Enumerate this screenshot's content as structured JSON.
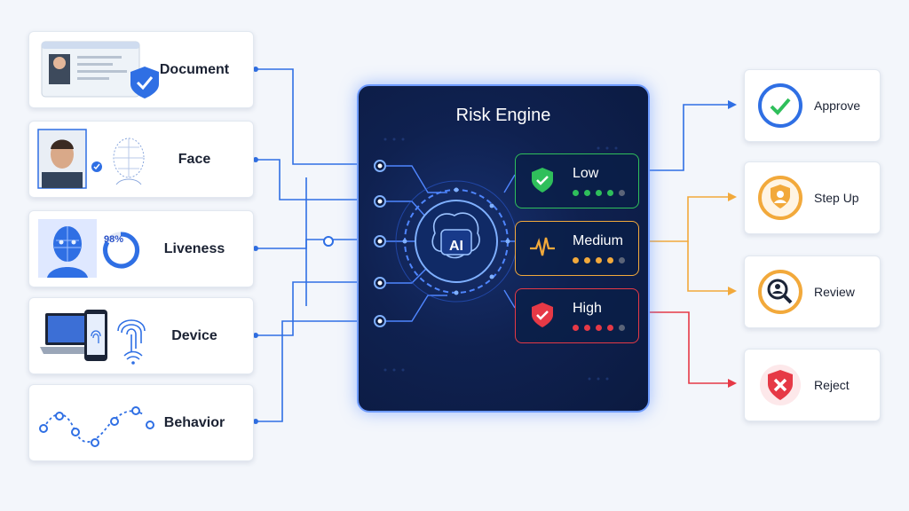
{
  "inputs": [
    {
      "label": "Document",
      "icon": "id-card-with-shield-icon"
    },
    {
      "label": "Face",
      "icon": "face-scan-icon"
    },
    {
      "label": "Liveness",
      "icon": "liveness-head-icon",
      "score": "98%"
    },
    {
      "label": "Device",
      "icon": "laptop-phone-fingerprint-icon"
    },
    {
      "label": "Behavior",
      "icon": "behavior-path-icon"
    }
  ],
  "engine": {
    "title": "Risk Engine",
    "core_label": "AI",
    "levels": [
      {
        "label": "Low",
        "icon": "green-shield-check-icon",
        "color": "#2fbf5b",
        "filled": 4,
        "total": 5
      },
      {
        "label": "Medium",
        "icon": "pulse-icon",
        "color": "#f2a93b",
        "filled": 4,
        "total": 5
      },
      {
        "label": "High",
        "icon": "red-shield-check-icon",
        "color": "#e63946",
        "filled": 4,
        "total": 5
      }
    ]
  },
  "outcomes": [
    {
      "label": "Approve",
      "icon": "check-circle-icon",
      "color": "#2f6fe4"
    },
    {
      "label": "Step Up",
      "icon": "user-shield-icon",
      "color": "#f2a93b"
    },
    {
      "label": "Review",
      "icon": "magnifier-user-icon",
      "color": "#f2a93b"
    },
    {
      "label": "Reject",
      "icon": "x-shield-icon",
      "color": "#e63946"
    }
  ],
  "colors": {
    "blue": "#2f6fe4",
    "orange": "#f2a93b",
    "red": "#e63946",
    "green": "#2fbf5b"
  }
}
